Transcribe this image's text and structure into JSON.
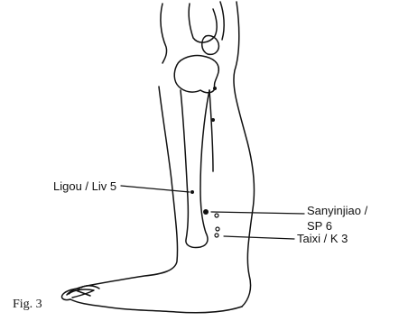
{
  "figure": {
    "caption": "Fig. 3"
  },
  "points": {
    "ligou": {
      "label": "Ligou / Liv 5"
    },
    "sanyinjiao": {
      "label_line1": "Sanyinjiao /",
      "label_line2": "SP 6"
    },
    "taixi": {
      "label": "Taixi / K 3"
    }
  },
  "style": {
    "ink_color": "#111111",
    "background": "#ffffff"
  }
}
